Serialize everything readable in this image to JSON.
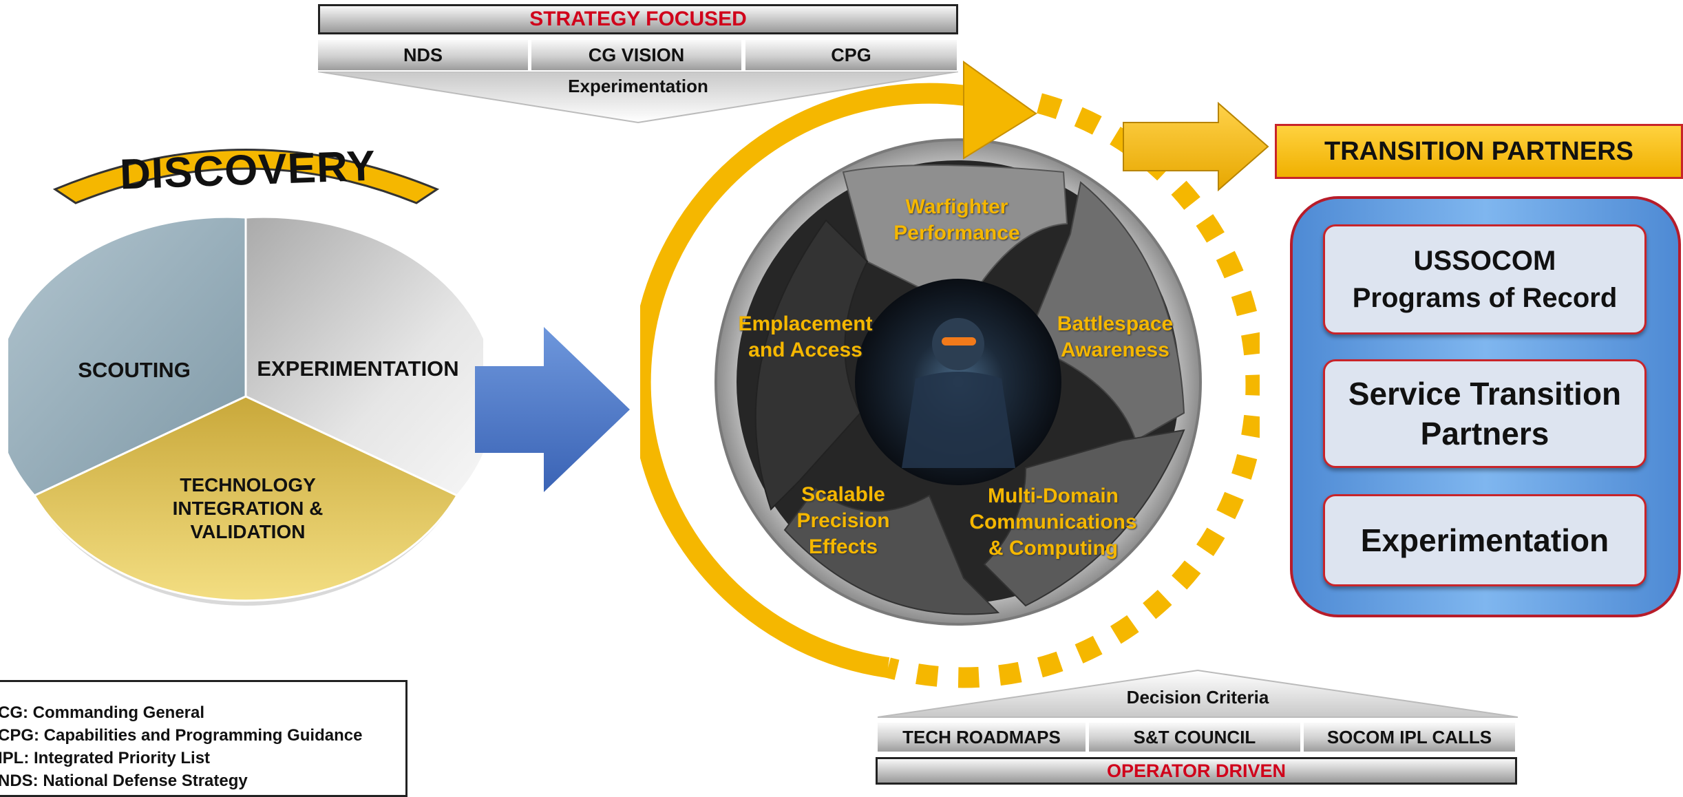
{
  "colors": {
    "gold": "#f5b700",
    "red": "#d0021b",
    "blue": "#4a78c9",
    "panel_blue": "#5a9be0"
  },
  "strategy": {
    "title": "STRATEGY FOCUSED",
    "items": [
      "NDS",
      "CG VISION",
      "CPG"
    ],
    "funnel_label": "Experimentation"
  },
  "discovery": {
    "title": "DISCOVERY",
    "segments": {
      "scouting": "SCOUTING",
      "experimentation": "EXPERIMENTATION",
      "tiv": [
        "TECHNOLOGY",
        "INTEGRATION &",
        "VALIDATION"
      ]
    }
  },
  "wheel": {
    "warfighter": [
      "Warfighter",
      "Performance"
    ],
    "battlespace": [
      "Battlespace",
      "Awareness"
    ],
    "multidomain": [
      "Multi-Domain",
      "Communications",
      "& Computing"
    ],
    "scalable": [
      "Scalable",
      "Precision",
      "Effects"
    ],
    "emplacement": [
      "Emplacement",
      "and Access"
    ]
  },
  "transition": {
    "title": "TRANSITION PARTNERS",
    "boxes": [
      [
        "USSOCOM",
        "Programs of Record"
      ],
      [
        "Service Transition",
        "Partners"
      ],
      [
        "Experimentation"
      ]
    ]
  },
  "decision": {
    "label": "Decision Criteria",
    "items": [
      "TECH ROADMAPS",
      "S&T COUNCIL",
      "SOCOM IPL CALLS"
    ],
    "title": "OPERATOR DRIVEN"
  },
  "legend": [
    "CG: Commanding General",
    "CPG: Capabilities and Programming Guidance",
    "IPL: Integrated Priority List",
    "NDS: National Defense Strategy"
  ]
}
